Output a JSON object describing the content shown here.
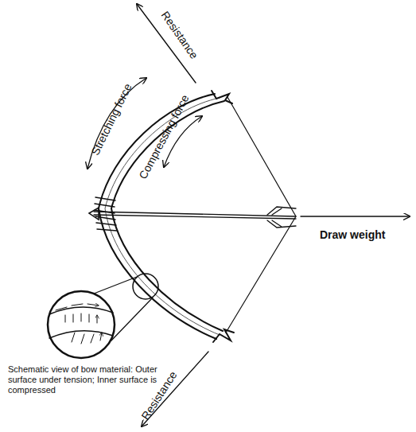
{
  "diagram": {
    "labels": [
      "Resistance",
      "Stretching force",
      "Compressing force",
      "Draw weight",
      "Schematic view of bow material: Outer surface under tension; Inner surface is compressed",
      "Resistance"
    ]
  }
}
